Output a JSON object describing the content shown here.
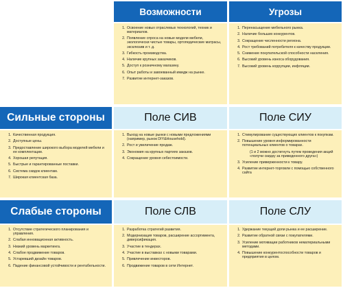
{
  "columns": {
    "opportunities": "Возможности",
    "threats": "Угрозы"
  },
  "rows": {
    "strengths": "Сильные стороны",
    "weaknesses": "Слабые стороны"
  },
  "fields": {
    "siv": "Поле СИВ",
    "siu": "Поле СИУ",
    "slv": "Поле СЛВ",
    "slu": "Поле СЛУ"
  },
  "opportunities_list": [
    "Освоение новых отраслевых технологий, техник и материалов.",
    "Появление спроса на новые модели мебели, экологически чистые товары, ортопедические матрасы, эксклюзив и т. д.",
    "Гибкость производства.",
    "Наличие крупных заказчиков.",
    "Доступ к розничному магазину.",
    "Опыт работы и завоеванный имидж на рынке.",
    "Развитие интернет-заказов."
  ],
  "threats_list": [
    "Перенасыщение мебельного рынка.",
    "Наличие больших конкурентов.",
    "Сокращение численности региона.",
    "Рост требований потребителя к качеству продукции.",
    "Снижение покупательской способности населения.",
    "Высокий уровень износа оборудования.",
    "Высокий уровень коррупции, инфляции."
  ],
  "strengths_list": [
    "Качественная продукция.",
    "Доступные цены.",
    "Предоставление широкого выбора моделей мебели и ее комплектации.",
    "Хорошая репутация.",
    "Быстрые и гарантированные поставки.",
    "Система скидок клиентам.",
    "Широкая клиентская база."
  ],
  "siv_list": [
    "Выход на новые рынки с новыми предложениями (например, рынок DIY&Household).",
    "Рост и увеличение продаж.",
    "Экономия на крупных партиях заказов.",
    "Сокращение уровня себестоимости."
  ],
  "siu_list": [
    "Стимулирование существующих клиентов к покупкам.",
    "Повышение уровня информированности потенциальных клиентов о товарах.",
    "Усиление приверженности к товару.",
    "Развитие интернет-торговли с помощью собственного сайта"
  ],
  "siu_note": "(1 и 2 можно достигнуть путем проведения акций «получи скидку за приведенного друга»)",
  "weaknesses_list": [
    "Отсутствие стратегического планирования и управления.",
    "Слабая инновационная активность.",
    "Низкий уровень маркетинга.",
    "Слабое продвижение товаров.",
    "Устаревший дизайн товаров.",
    "Падение финансовой устойчивости и рентабельности."
  ],
  "slv_list": [
    "Разработка стратегий развития.",
    "Модернизация товаров, расширение ассортимента, диверсификация.",
    "Участие в тендерах.",
    "Участие в выставках с новыми товарами.",
    "Привлечение инвесторов.",
    "Продвижение товаров в сети Интернет."
  ],
  "slu_list": [
    "Удержание текущей доли рынка и ее расширение.",
    "Развитие обратной связи с покупателями.",
    "Усиление мотивации работников нематериальными методами.",
    "Повышение конкурентоспособности товаров и предприятия в целом."
  ]
}
